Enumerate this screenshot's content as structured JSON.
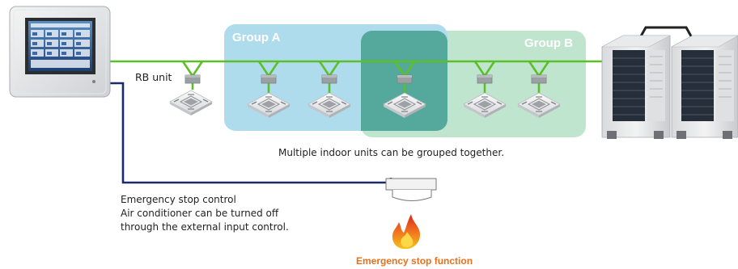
{
  "groups": {
    "group_a_label": "Group A",
    "group_b_label": "Group B"
  },
  "labels": {
    "rb_unit": "RB unit",
    "grouping_note": "Multiple indoor units can be grouped together.",
    "emergency_title": "Emergency stop control",
    "emergency_desc_line1": "Air conditioner can be turned off",
    "emergency_desc_line2": "through the external input control.",
    "emergency_function": "Emergency stop function"
  },
  "colors": {
    "refrigerant_line": "#5cbf2a",
    "control_line": "#1c2a6b",
    "group_a_fill": "#aedcec",
    "group_b_fill": "#bfe5cf",
    "overlap_fill": "#55a89c",
    "accent_orange": "#e8701a"
  },
  "icons": {
    "controller": "touch-panel-controller-icon",
    "indoor_unit": "ceiling-cassette-icon",
    "rb_unit": "rb-unit-box-icon",
    "outdoor_unit": "outdoor-unit-icon",
    "sensor": "external-input-device-icon",
    "flame": "flame-icon"
  }
}
